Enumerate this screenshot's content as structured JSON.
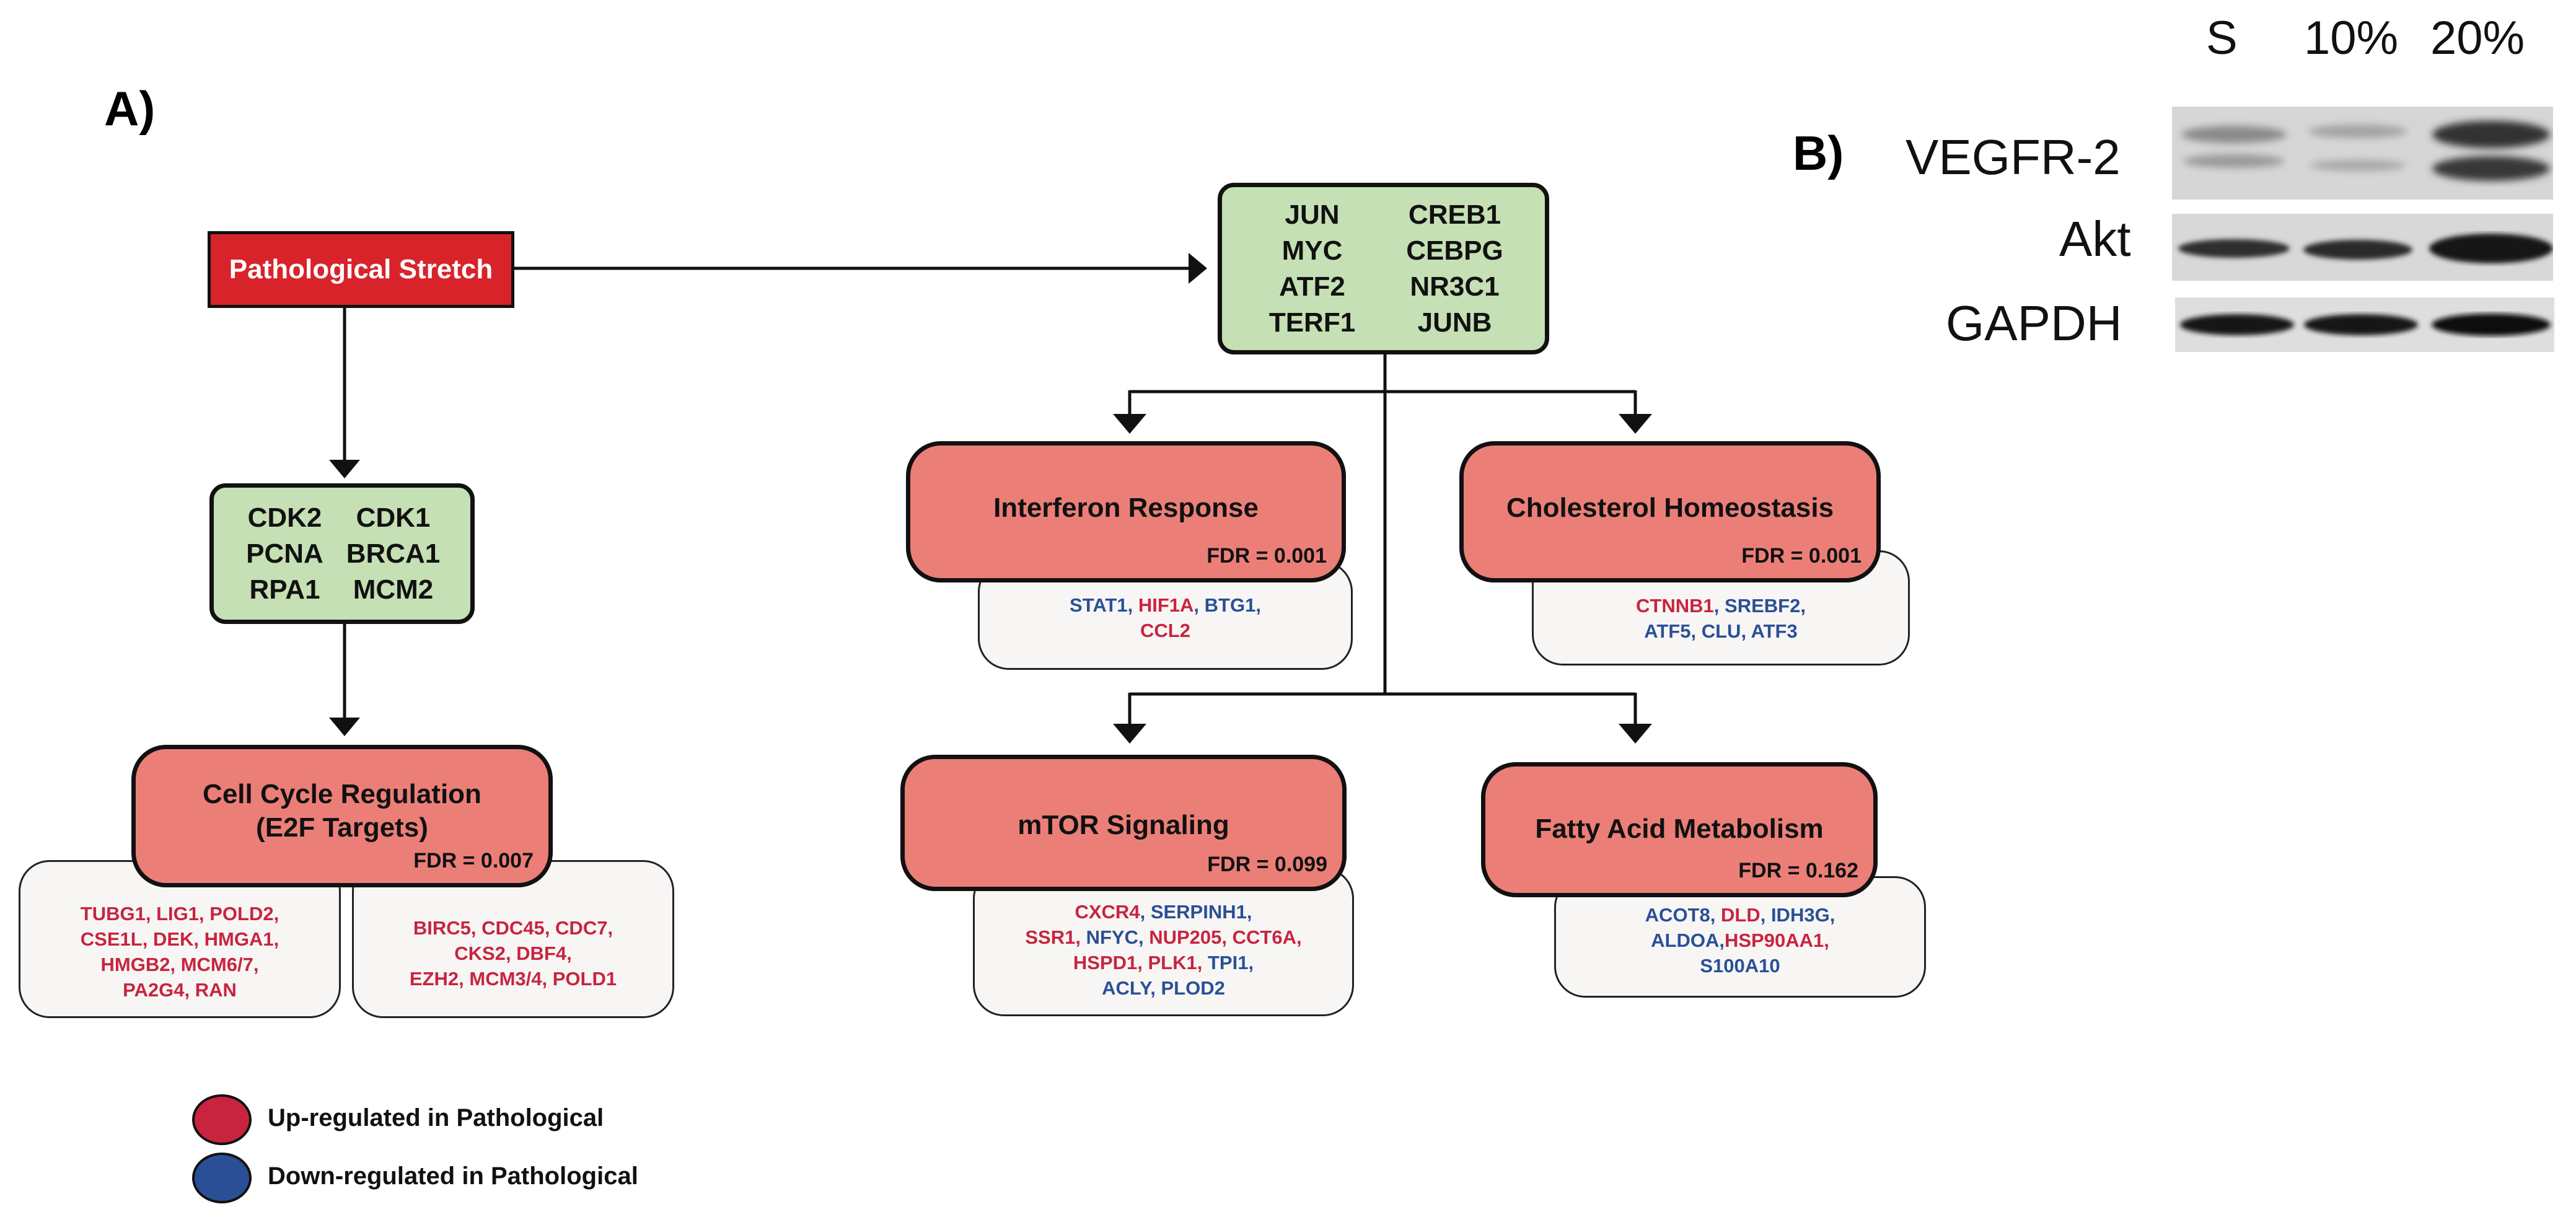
{
  "panel_a": {
    "label": "A)",
    "stimulus": "Pathological Stretch",
    "tf_box": [
      "JUN",
      "CREB1",
      "MYC",
      "CEBPG",
      "ATF2",
      "NR3C1",
      "TERF1",
      "JUNB"
    ],
    "cell_cycle_box": [
      "CDK2",
      "CDK1",
      "PCNA",
      "BRCA1",
      "RPA1",
      "MCM2"
    ],
    "pathways": {
      "cell_cycle": {
        "title_line1": "Cell Cycle Regulation",
        "title_line2": "(E2F Targets)",
        "fdr": "FDR = 0.007",
        "genes_left": [
          [
            {
              "t": "TUBG1",
              "c": "up"
            },
            {
              "t": ", ",
              "c": "up"
            },
            {
              "t": "LIG1",
              "c": "up"
            },
            {
              "t": ", ",
              "c": "up"
            },
            {
              "t": "POLD2",
              "c": "up"
            },
            {
              "t": ",",
              "c": "up"
            }
          ],
          [
            {
              "t": "CSE1L",
              "c": "up"
            },
            {
              "t": ", ",
              "c": "up"
            },
            {
              "t": "DEK",
              "c": "up"
            },
            {
              "t": ", ",
              "c": "up"
            },
            {
              "t": "HMGA1",
              "c": "up"
            },
            {
              "t": ",",
              "c": "up"
            }
          ],
          [
            {
              "t": "HMGB2",
              "c": "up"
            },
            {
              "t": ", ",
              "c": "up"
            },
            {
              "t": "MCM6/7",
              "c": "up"
            },
            {
              "t": ",",
              "c": "up"
            }
          ],
          [
            {
              "t": "PA2G4",
              "c": "up"
            },
            {
              "t": ", ",
              "c": "up"
            },
            {
              "t": "RAN",
              "c": "up"
            }
          ]
        ],
        "genes_right": [
          [
            {
              "t": "BIRC5",
              "c": "up"
            },
            {
              "t": ", ",
              "c": "up"
            },
            {
              "t": "CDC45",
              "c": "up"
            },
            {
              "t": ", ",
              "c": "up"
            },
            {
              "t": "CDC7",
              "c": "up"
            },
            {
              "t": ",",
              "c": "up"
            }
          ],
          [
            {
              "t": "CKS2",
              "c": "up"
            },
            {
              "t": ", ",
              "c": "up"
            },
            {
              "t": "DBF4",
              "c": "up"
            },
            {
              "t": ",",
              "c": "up"
            }
          ],
          [
            {
              "t": "EZH2",
              "c": "up"
            },
            {
              "t": ", ",
              "c": "up"
            },
            {
              "t": "MCM3/4",
              "c": "up"
            },
            {
              "t": ", ",
              "c": "up"
            },
            {
              "t": "POLD1",
              "c": "up"
            }
          ]
        ]
      },
      "interferon": {
        "title": "Interferon Response",
        "fdr": "FDR = 0.001",
        "genes": [
          [
            {
              "t": "STAT1",
              "c": "down"
            },
            {
              "t": ", ",
              "c": "down"
            },
            {
              "t": "HIF1A",
              "c": "up"
            },
            {
              "t": ", ",
              "c": "down"
            },
            {
              "t": "BTG1",
              "c": "down"
            },
            {
              "t": ",",
              "c": "down"
            }
          ],
          [
            {
              "t": "CCL2",
              "c": "up"
            }
          ]
        ]
      },
      "cholesterol": {
        "title": "Cholesterol Homeostasis",
        "fdr": "FDR = 0.001",
        "genes": [
          [
            {
              "t": "CTNNB1",
              "c": "up"
            },
            {
              "t": ", ",
              "c": "down"
            },
            {
              "t": "SREBF2",
              "c": "down"
            },
            {
              "t": ",",
              "c": "down"
            }
          ],
          [
            {
              "t": "ATF5",
              "c": "down"
            },
            {
              "t": ", ",
              "c": "down"
            },
            {
              "t": "CLU",
              "c": "down"
            },
            {
              "t": ", ",
              "c": "down"
            },
            {
              "t": "ATF3",
              "c": "down"
            }
          ]
        ]
      },
      "mtor": {
        "title": "mTOR Signaling",
        "fdr": "FDR = 0.099",
        "genes": [
          [
            {
              "t": "CXCR4",
              "c": "up"
            },
            {
              "t": ", ",
              "c": "down"
            },
            {
              "t": "SERPINH1",
              "c": "down"
            },
            {
              "t": ",",
              "c": "down"
            }
          ],
          [
            {
              "t": "SSR1",
              "c": "up"
            },
            {
              "t": ", ",
              "c": "up"
            },
            {
              "t": "NFYC",
              "c": "down"
            },
            {
              "t": ", ",
              "c": "down"
            },
            {
              "t": "NUP205",
              "c": "up"
            },
            {
              "t": ", ",
              "c": "up"
            },
            {
              "t": "CCT6A",
              "c": "up"
            },
            {
              "t": ",",
              "c": "up"
            }
          ],
          [
            {
              "t": "HSPD1",
              "c": "up"
            },
            {
              "t": ", ",
              "c": "up"
            },
            {
              "t": "PLK1",
              "c": "up"
            },
            {
              "t": ", ",
              "c": "up"
            },
            {
              "t": "TPI1",
              "c": "down"
            },
            {
              "t": ",",
              "c": "down"
            }
          ],
          [
            {
              "t": "ACLY",
              "c": "down"
            },
            {
              "t": ", ",
              "c": "down"
            },
            {
              "t": "PLOD2",
              "c": "down"
            }
          ]
        ]
      },
      "fatty_acid": {
        "title": "Fatty Acid Metabolism",
        "fdr": "FDR = 0.162",
        "genes": [
          [
            {
              "t": "ACOT8",
              "c": "down"
            },
            {
              "t": ", ",
              "c": "down"
            },
            {
              "t": "DLD",
              "c": "up"
            },
            {
              "t": ", ",
              "c": "down"
            },
            {
              "t": "IDH3G",
              "c": "down"
            },
            {
              "t": ",",
              "c": "down"
            }
          ],
          [
            {
              "t": "ALDOA",
              "c": "down"
            },
            {
              "t": ",",
              "c": "down"
            },
            {
              "t": "HSP90AA1",
              "c": "up"
            },
            {
              "t": ",",
              "c": "up"
            }
          ],
          [
            {
              "t": "S100A10",
              "c": "down"
            }
          ]
        ]
      }
    },
    "legend": {
      "up_label": "Up-regulated in Pathological",
      "down_label": "Down-regulated in Pathological",
      "up_color": "#c8243f",
      "down_color": "#2b4f96"
    }
  },
  "panel_b": {
    "label": "B)",
    "columns": [
      "S",
      "10%",
      "20%"
    ],
    "rows": [
      "VEGFR-2",
      "Akt",
      "GAPDH"
    ]
  },
  "colors": {
    "stretch_red": "#d8232a",
    "tf_green": "#c5e0b4",
    "pathway_pink": "#eb7f78",
    "gene_box_bg": "#f7f6f4"
  }
}
